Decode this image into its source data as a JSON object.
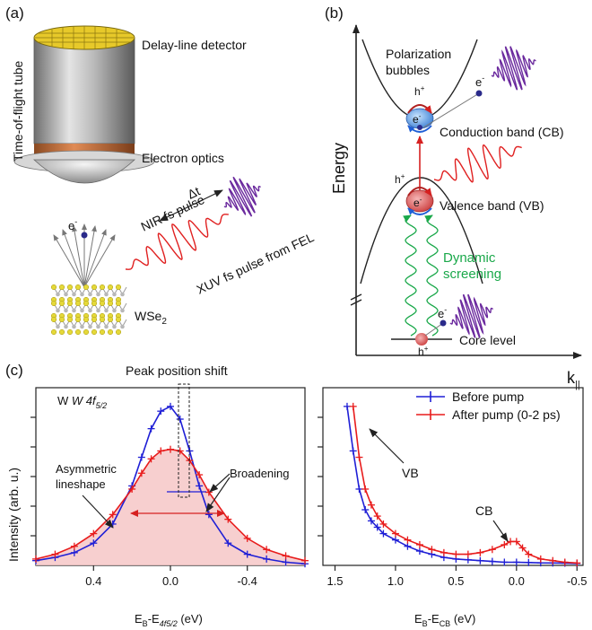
{
  "panel_a": {
    "label": "(a)",
    "tube_label": "Time-of-flight tube",
    "detector_label": "Delay-line detector",
    "optics_label": "Electron optics",
    "electron": "e",
    "electron_sup": "-",
    "nir_label": "NIR fs pulse",
    "delay_label": "Δt",
    "xuv_label": "XUV fs pulse from FEL",
    "sample_label": "WSe",
    "sample_sub": "2"
  },
  "panel_b": {
    "label": "(b)",
    "energy_axis": "Energy",
    "k_axis": "k",
    "k_sub": "||",
    "polarization_line1": "Polarization",
    "polarization_line2": "bubbles",
    "cb_label": "Conduction band (CB)",
    "vb_label": "Valence band (VB)",
    "core_label": "Core level",
    "dynamic_line1": "Dynamic",
    "dynamic_line2": "screening",
    "hole": "h",
    "hole_sup": "+",
    "electron": "e",
    "electron_sup": "-"
  },
  "panel_c": {
    "label": "(c)",
    "title": "Peak position shift",
    "spec_label": "W 4f",
    "spec_sub": "5/2",
    "ylabel": "Intensity (arb. u.)",
    "asym_line1": "Asymmetric",
    "asym_line2": "lineshape",
    "broadening": "Broadening",
    "vb": "VB",
    "cb": "CB",
    "legend_before": "Before pump",
    "legend_after": "After pump (0-2 ps)"
  },
  "chart_data": [
    {
      "type": "line",
      "xlabel": "EB-E4f5/2 (eV)",
      "xlabel_main": "E",
      "xlabel_sub1": "B",
      "xlabel_mid": "-E",
      "xlabel_sub2": "4f5/2",
      "xlabel_tail": " (eV)",
      "xlim": [
        0.7,
        -0.7
      ],
      "xticks": [
        "0.4",
        "0.0",
        "-0.4"
      ],
      "xtick_values": [
        0.4,
        0.0,
        -0.4
      ],
      "ylim": [
        0,
        1.05
      ],
      "series": [
        {
          "name": "Before pump",
          "color": "#1f1fd6",
          "x": [
            0.7,
            0.6,
            0.5,
            0.4,
            0.3,
            0.2,
            0.15,
            0.1,
            0.05,
            0.0,
            -0.05,
            -0.1,
            -0.15,
            -0.2,
            -0.3,
            -0.4,
            -0.5,
            -0.6,
            -0.7
          ],
          "y": [
            0.03,
            0.05,
            0.08,
            0.14,
            0.26,
            0.5,
            0.68,
            0.86,
            0.97,
            1.0,
            0.92,
            0.72,
            0.5,
            0.32,
            0.14,
            0.07,
            0.04,
            0.02,
            0.01
          ]
        },
        {
          "name": "After pump (0-2 ps)",
          "color": "#e81c1c",
          "x": [
            0.7,
            0.6,
            0.5,
            0.4,
            0.3,
            0.2,
            0.15,
            0.1,
            0.05,
            0.0,
            -0.05,
            -0.1,
            -0.15,
            -0.2,
            -0.3,
            -0.4,
            -0.5,
            -0.6,
            -0.7
          ],
          "y": [
            0.04,
            0.07,
            0.12,
            0.2,
            0.32,
            0.48,
            0.58,
            0.67,
            0.72,
            0.73,
            0.72,
            0.66,
            0.57,
            0.46,
            0.29,
            0.17,
            0.1,
            0.06,
            0.03
          ]
        }
      ]
    },
    {
      "type": "line",
      "xlabel": "EB-ECB (eV)",
      "xlabel_main": "E",
      "xlabel_sub1": "B",
      "xlabel_mid": "-E",
      "xlabel_sub2": "CB",
      "xlabel_tail": "   (eV)",
      "xlim": [
        1.6,
        -0.55
      ],
      "xticks": [
        "1.5",
        "1.0",
        "0.5",
        "0.0",
        "-0.5"
      ],
      "xtick_values": [
        1.5,
        1.0,
        0.5,
        0.0,
        -0.5
      ],
      "ylim": [
        0,
        1.05
      ],
      "series": [
        {
          "name": "Before pump",
          "color": "#1f1fd6",
          "x": [
            1.4,
            1.35,
            1.3,
            1.25,
            1.2,
            1.15,
            1.1,
            1.0,
            0.9,
            0.8,
            0.7,
            0.6,
            0.5,
            0.4,
            0.3,
            0.2,
            0.1,
            0.0,
            -0.1,
            -0.2,
            -0.3,
            -0.4,
            -0.5
          ],
          "y": [
            1.0,
            0.72,
            0.48,
            0.35,
            0.28,
            0.24,
            0.2,
            0.16,
            0.12,
            0.09,
            0.07,
            0.05,
            0.04,
            0.035,
            0.03,
            0.025,
            0.02,
            0.02,
            0.018,
            0.016,
            0.015,
            0.014,
            0.012
          ]
        },
        {
          "name": "After pump (0-2 ps)",
          "color": "#e81c1c",
          "x": [
            1.35,
            1.3,
            1.25,
            1.2,
            1.15,
            1.1,
            1.0,
            0.9,
            0.8,
            0.7,
            0.6,
            0.5,
            0.4,
            0.3,
            0.2,
            0.1,
            0.05,
            0.0,
            -0.05,
            -0.1,
            -0.2,
            -0.3,
            -0.4,
            -0.5
          ],
          "y": [
            1.0,
            0.68,
            0.48,
            0.38,
            0.31,
            0.26,
            0.2,
            0.16,
            0.13,
            0.1,
            0.08,
            0.07,
            0.07,
            0.08,
            0.1,
            0.13,
            0.15,
            0.15,
            0.11,
            0.07,
            0.04,
            0.03,
            0.02,
            0.015
          ]
        }
      ]
    }
  ]
}
